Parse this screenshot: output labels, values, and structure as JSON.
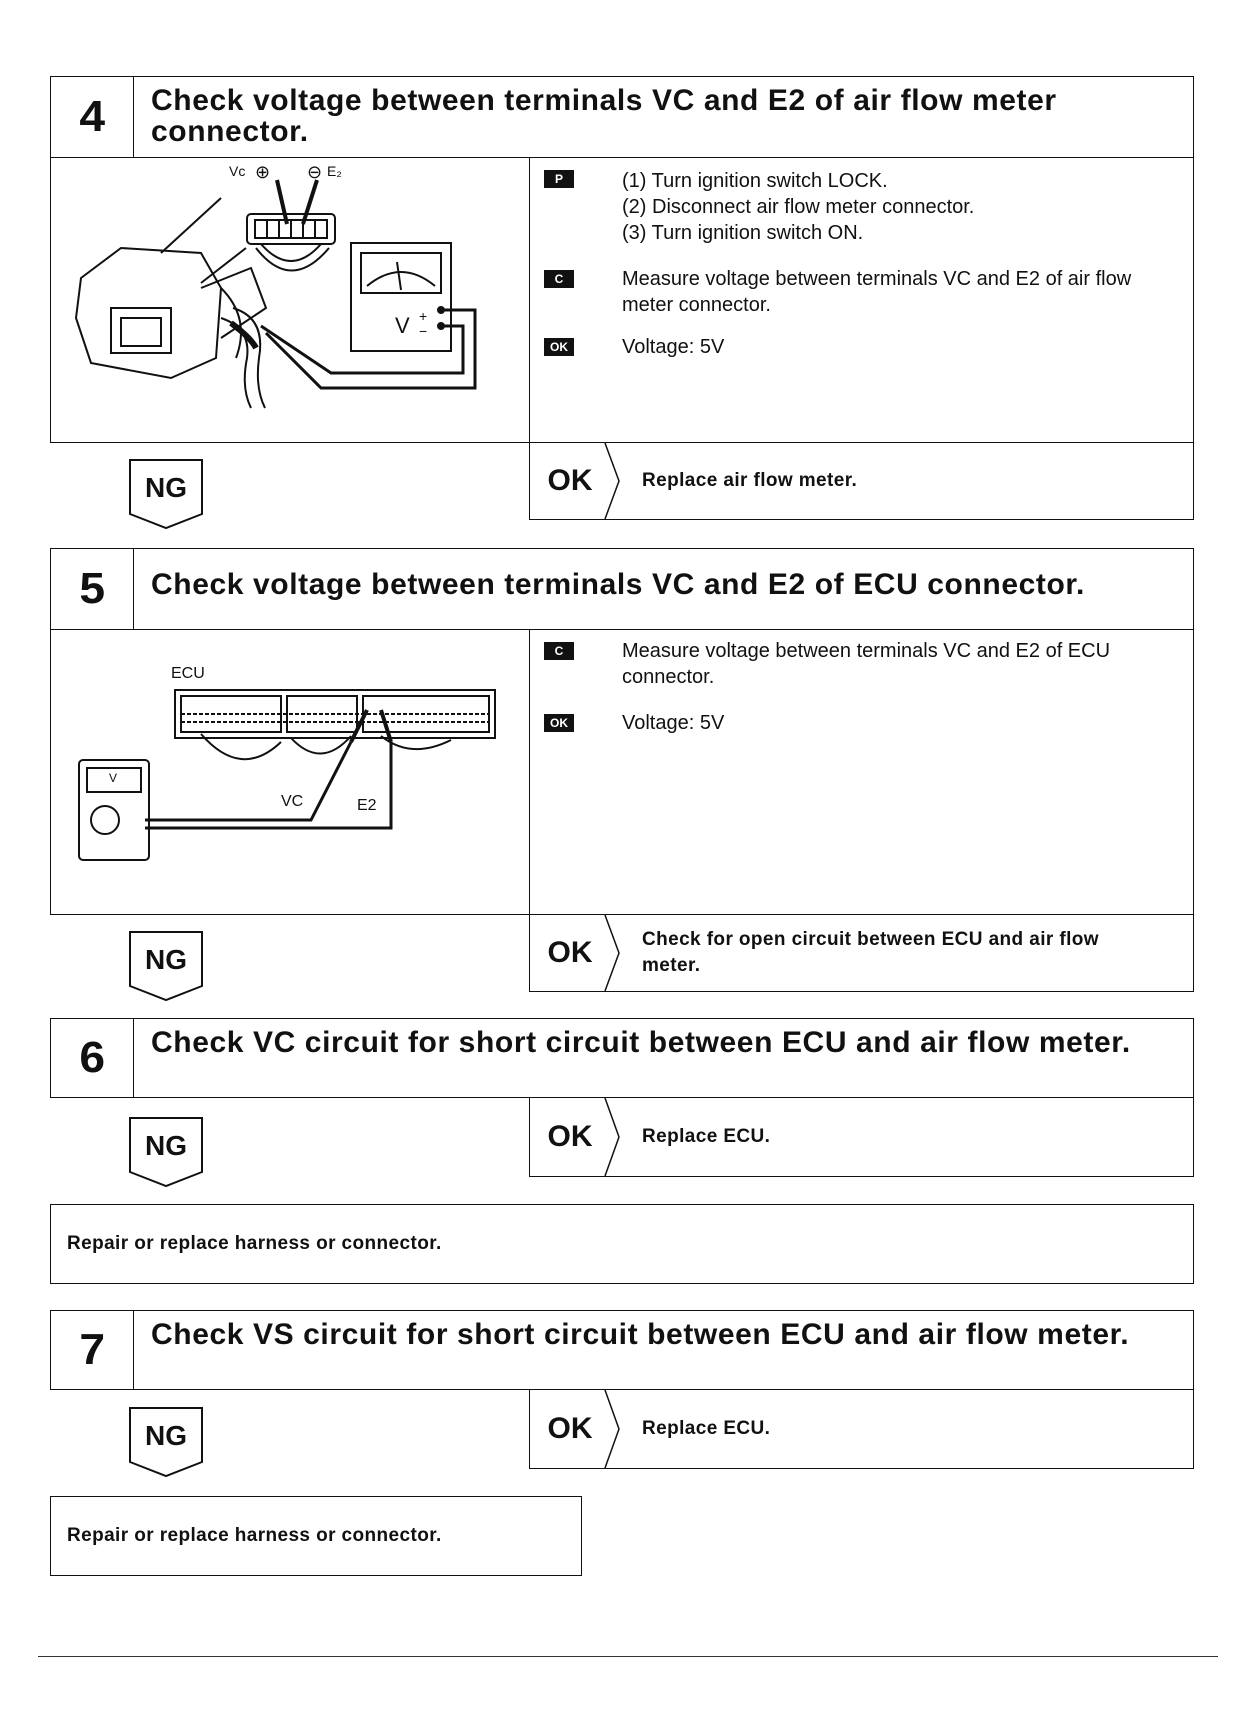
{
  "step4": {
    "number": "4",
    "title": "Check voltage between terminals VC and E2 of air flow meter connector.",
    "prep_tag": "P",
    "prep": [
      "(1)  Turn ignition switch LOCK.",
      "(2)  Disconnect air flow meter connector.",
      "(3)  Turn ignition switch ON."
    ],
    "check_tag": "C",
    "check": "Measure voltage between terminals VC and E2 of air flow meter connector.",
    "ok_tag": "OK",
    "ok_value": "Voltage:   5V",
    "figure": {
      "vc": "Vc",
      "plus": "⊕",
      "minus": "⊖",
      "e2": "E₂",
      "meter": "V"
    },
    "ng": "NG",
    "ok": "OK",
    "ok_action": "Replace air flow meter."
  },
  "step5": {
    "number": "5",
    "title": "Check voltage between terminals VC and E2 of ECU connector.",
    "check_tag": "C",
    "check": "Measure voltage between terminals VC and E2 of ECU connector.",
    "ok_tag": "OK",
    "ok_value": "Voltage:   5V",
    "figure": {
      "ecu": "ECU",
      "vc": "VC",
      "e2": "E2",
      "meter": "V"
    },
    "ng": "NG",
    "ok": "OK",
    "ok_action": "Check for open circuit between ECU and air flow meter."
  },
  "step6": {
    "number": "6",
    "title": "Check VC circuit for short circuit between ECU and air flow meter.",
    "ng": "NG",
    "ok": "OK",
    "ok_action": "Replace ECU.",
    "repair": "Repair or replace harness or connector."
  },
  "step7": {
    "number": "7",
    "title": "Check VS circuit for short circuit between ECU and air flow meter.",
    "ng": "NG",
    "ok": "OK",
    "ok_action": "Replace ECU.",
    "repair": "Repair or replace harness or connector."
  }
}
